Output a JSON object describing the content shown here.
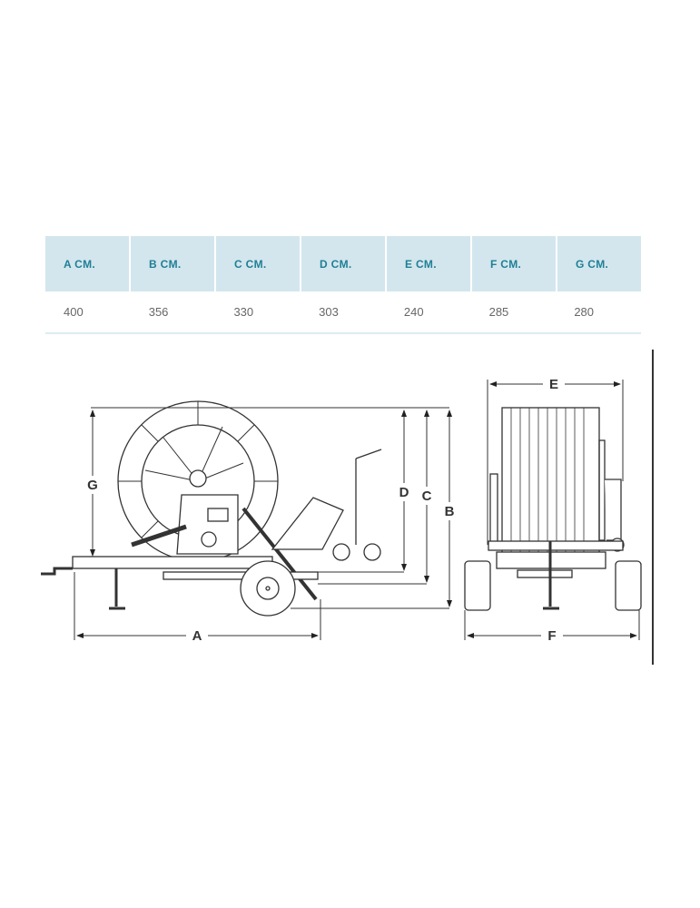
{
  "dimensions_table": {
    "headers": [
      "A CM.",
      "B CM.",
      "C CM.",
      "D CM.",
      "E CM.",
      "F CM.",
      "G CM."
    ],
    "values": [
      "400",
      "356",
      "330",
      "303",
      "240",
      "285",
      "280"
    ]
  },
  "diagram": {
    "labels": {
      "A": "A",
      "B": "B",
      "C": "C",
      "D": "D",
      "E": "E",
      "F": "F",
      "G": "G"
    }
  },
  "colors": {
    "header_bg": "#d3e6ed",
    "header_text": "#1f7f96",
    "value_text": "#666666",
    "line": "#333333"
  }
}
